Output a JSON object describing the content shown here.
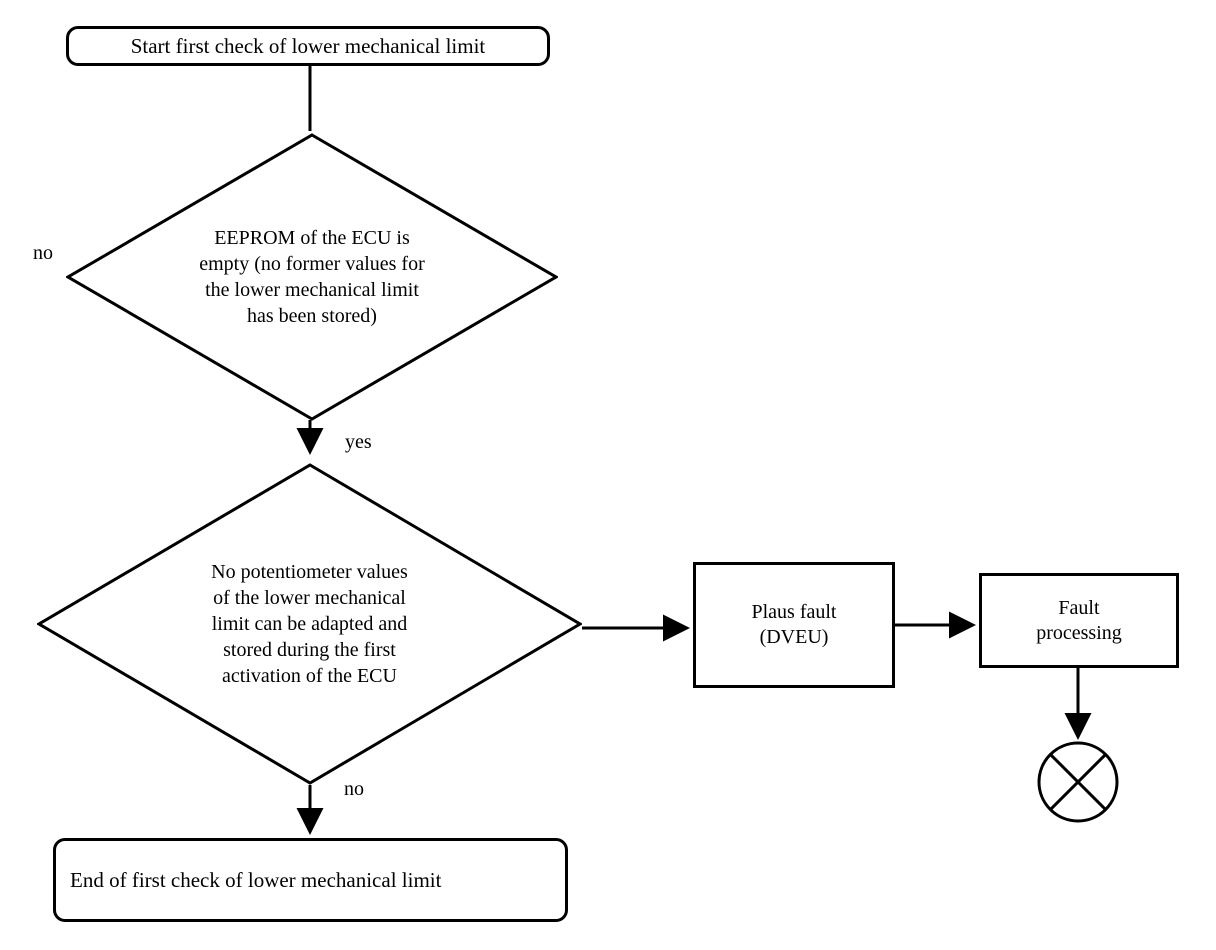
{
  "diagram": {
    "title": "First check of lower mechanical limit flowchart",
    "stroke_color": "#000000",
    "background_color": "#ffffff",
    "nodes": {
      "start": {
        "type": "terminator",
        "label": "Start first check of lower mechanical limit"
      },
      "decision_eeprom": {
        "type": "decision",
        "label": "EEPROM of the ECU is empty (no former values for the lower mechanical limit has been stored)",
        "lines": [
          "EEPROM of the ECU is",
          "empty (no former values for",
          "the lower mechanical limit",
          "has been stored)"
        ]
      },
      "decision_potentiometer": {
        "type": "decision",
        "label": "No potentiometer values of the lower mechanical limit can be adapted and stored during the first activation of the ECU",
        "lines": [
          "No potentiometer values",
          "of the lower mechanical",
          "limit can be adapted and",
          "stored during the first",
          "activation of the ECU"
        ]
      },
      "plaus_fault": {
        "type": "process",
        "label": "Plaus fault (DVEU)",
        "lines": [
          "Plaus fault",
          "(DVEU)"
        ]
      },
      "fault_processing": {
        "type": "process",
        "label": "Fault processing",
        "lines": [
          "Fault",
          "processing"
        ]
      },
      "end": {
        "type": "terminator",
        "label": "End of first check of lower mechanical limit"
      },
      "end_symbol": {
        "type": "circle-cross",
        "icon": "circle-cross-icon",
        "label": ""
      }
    },
    "edge_labels": {
      "eeprom_no": "no",
      "eeprom_yes": "yes",
      "potentiometer_no": "no"
    }
  }
}
